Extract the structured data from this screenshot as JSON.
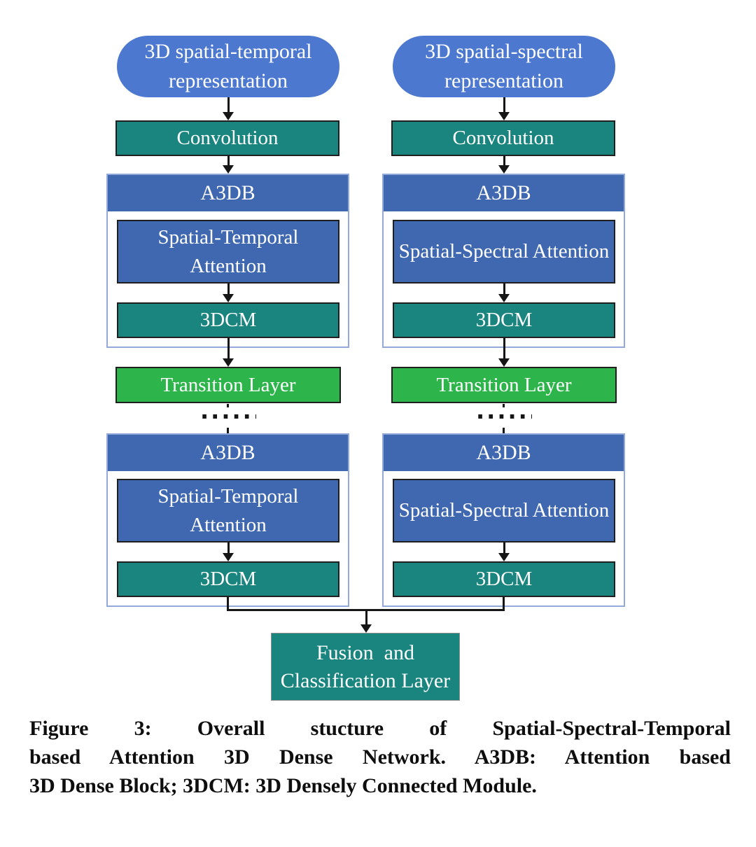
{
  "palette": {
    "pill_blue": "#4d78cf",
    "block_blue": "#4068b1",
    "teal": "#1a847f",
    "green": "#2db44a",
    "outer_border": "#93a9d9",
    "box_border": "#1f1f1f",
    "connector": "#161616",
    "caption_color": "#0e0e0e"
  },
  "columns": [
    {
      "input_label": "3D spatial-temporal representation",
      "conv_label": "Convolution",
      "block1": {
        "title": "A3DB",
        "attention_label": "Spatial-Temporal Attention",
        "module_label": "3DCM"
      },
      "transition_label": "Transition Layer",
      "dots": "......",
      "block2": {
        "title": "A3DB",
        "attention_label": "Spatial-Temporal Attention",
        "module_label": "3DCM"
      }
    },
    {
      "input_label": "3D spatial-spectral representation",
      "conv_label": "Convolution",
      "block1": {
        "title": "A3DB",
        "attention_label": "Spatial-Spectral Attention",
        "module_label": "3DCM"
      },
      "transition_label": "Transition Layer",
      "dots": "......",
      "block2": {
        "title": "A3DB",
        "attention_label": "Spatial-Spectral Attention",
        "module_label": "3DCM"
      }
    }
  ],
  "fusion": {
    "line1": "Fusion  and",
    "line2": "Classification Layer"
  },
  "caption": {
    "lines": [
      "Figure 3: Overall stucture of Spatial-Spectral-Temporal",
      "based Attention 3D Dense Network. A3DB: Attention based",
      "3D Dense Block; 3DCM: 3D Densely Connected Module."
    ]
  }
}
